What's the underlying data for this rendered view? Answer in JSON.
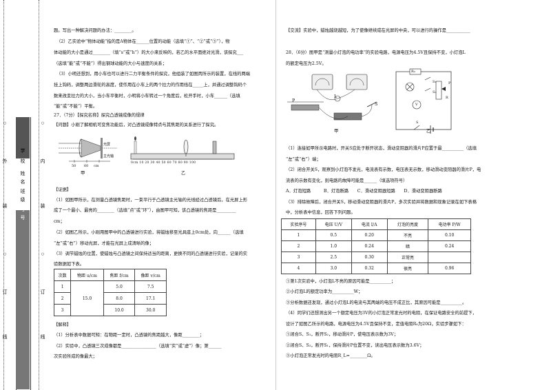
{
  "gutter": {
    "labels": [
      "学",
      "校",
      "姓",
      "名",
      "班",
      "级",
      "考",
      "号"
    ],
    "side_marks": [
      "外",
      "装",
      "订",
      "线"
    ],
    "inner_marks": [
      "内",
      "装",
      "订",
      "线"
    ]
  },
  "left_col": {
    "l1": "题。写出一种解决问题的办法：________。",
    "l2": "（2）乙实验中“物体动能”指的是A物体在______位置的动能（选填“①”、“②”或“③”），物",
    "l3": "体动能的大小是通过________（填“s”或“h”）的大小来反映的，若乙的水平面绝对光滑，该探究___",
    "l4": "（选填“能”或“不能”）得出钢球动能的大小与速度的关系；",
    "l5": "（3）小明还想到，用小车也可以进行二力平衡条件的探究，他组装了如图丙所示的装置，在线的两端",
    "l6": "挂上钩码，调整两边滑轮的高度，使作用在小车上的两个拉力的作用线在_____上，并通过调整钩码个",
    "l7": "数来改变拉力的大小，当小车平衡时，小明将小车转过一个角度后，松开手时，小车______（选填",
    "l8": "“能”或“不能”）平衡。",
    "q27": "27．（7分）【探究名称】探究凸透镜成像的规律",
    "problem": "【问题】小刚了解相机可变焦功能后，对凸透镜成像特点与其焦距的关系进行了探究。",
    "fig_jia": "甲",
    "fig_yi": "乙",
    "evidence": "【证据】",
    "e1": "（1）如图甲所示，在测量凸透镜焦距时，一束平行于凸透镜主光轴的光线经过凸透镜后，在光屏上形",
    "e2": "成了一个最小、最亮的________（选填“点”或“环”），由图甲可知，该凸透镜的焦距是_________",
    "e3": "cm；",
    "e4": "（2）如图乙所示，小刚用图甲中的凸透镜进行实验，将蜡烛移至光具座上0cm处，向______（选填",
    "e5": "“左”或“右”）移动光屏，才能在光屏上成清晰的像；",
    "e6": "（3）调节蜡烛的位置，使蜡烛与凸透镜之间保持适当的距离，更换不同的凸透镜进行实验，记录的实",
    "e7": "验数据如下表。",
    "table1": {
      "headers": [
        "次数",
        "物距 u/cm",
        "焦距 f/cm",
        "像距 v/cm"
      ],
      "rows": [
        [
          "1",
          "15.0",
          "5.0",
          "7.5"
        ],
        [
          "2",
          "",
          "8.0",
          "17.1"
        ],
        [
          "3",
          "",
          "10.0",
          "30.0"
        ]
      ]
    },
    "explain": "【解释】",
    "x1": "（1）分析表中数据可知：在物距一定时，凸透镜的焦距越大，像距________；",
    "x2": "（2）实验中，凸透镜三次成像都是________________（选填“实”或“虚”）像；第______",
    "x3": "次实验所成的像最大；",
    "fig_labels": {
      "screen": "光屏",
      "axis": "主光轴",
      "n50": "50",
      "n60": "60",
      "cm": "cm"
    }
  },
  "right_col": {
    "r1": "【交流】实验中，蜡烛越烧越短，为了使像继续成在光屏的中央，可以进行的操作是___________",
    "q28a": "28．（6分）图甲是“测量小灯泡的电功率”的实验电路，电源电压为4.5V且保持不变，小灯泡L",
    "q28b": "的额定电压为2.5V。",
    "fig_jia": "甲",
    "fig_yi": "乙",
    "c1": "（1）连接如甲所示电路时，开关S应处于断开状态，滑动变阻器的滑片P应置于最__________（选填",
    "c2": "“左”或“右”）端；",
    "c3": "（2）闭合开关S，观察到小灯泡不发光，电流表有示数，电压表无示数，移动滑动变阻器的滑片P，电",
    "c4": "流表的示数有变化，则电路的故障可能是______（填选项符号）",
    "opts": "A．灯泡短路　　　B．灯泡断路　　C．滑动变阻器短路　　D．滑动变阻器断路",
    "c5": "（3）排除故障后，闭合开关S，移动滑动变阻器的滑片P，多次实验并将数据和现象记录在如下表格",
    "c6": "中，分析表中信息，回答下列问题。",
    "table2": {
      "headers": [
        "实验序号",
        "电压 U/V",
        "电流 I/A",
        "灯泡的亮度",
        "电功率 P/W"
      ],
      "rows": [
        [
          "1",
          "0.5",
          "0.20",
          "不亮",
          "0.10"
        ],
        [
          "2",
          "1.0",
          "0.24",
          "暗",
          "0.24"
        ],
        [
          "3",
          "2.5",
          "0.30",
          "正常亮",
          ""
        ],
        [
          "4",
          "3.0",
          "0.32",
          "很亮",
          "0.96"
        ]
      ]
    },
    "d1": "①第1次实验中，小灯泡L不亮的原因可能是__________；",
    "d2": "②小灯泡L的额定功率为__________W；",
    "d3": "③分析数据还发现，通过小灯泡L的电流与其两端的电压不成正比，其原因可能是__________。",
    "d4": "（4）同学们还想测出另一个额定电压为3V的小灯泡正常发光时的电阻，在保证电路安全的前提下，",
    "d5": "设计了如图乙所示的电路，电源电压为4.5V且保持不变，定值电阻R₀为20Ω，实验步骤如下：",
    "d6": "①闭合S、S₁，断开S₂，移动滑片P，使电压表示数为3V；",
    "d7": "②闭合S、S₂，断开S₁，保持滑片P位置不变，读出电压表示数为3.6V；",
    "d8": "③小灯泡正常发光时的电阻R_L=________Ω。",
    "circuit_labels": {
      "r0": "R₀",
      "s1": "S₁",
      "s2": "S₂",
      "p": "P",
      "r": "R",
      "v": "V",
      "s": "S",
      "l": "L",
      "a": "A"
    }
  }
}
